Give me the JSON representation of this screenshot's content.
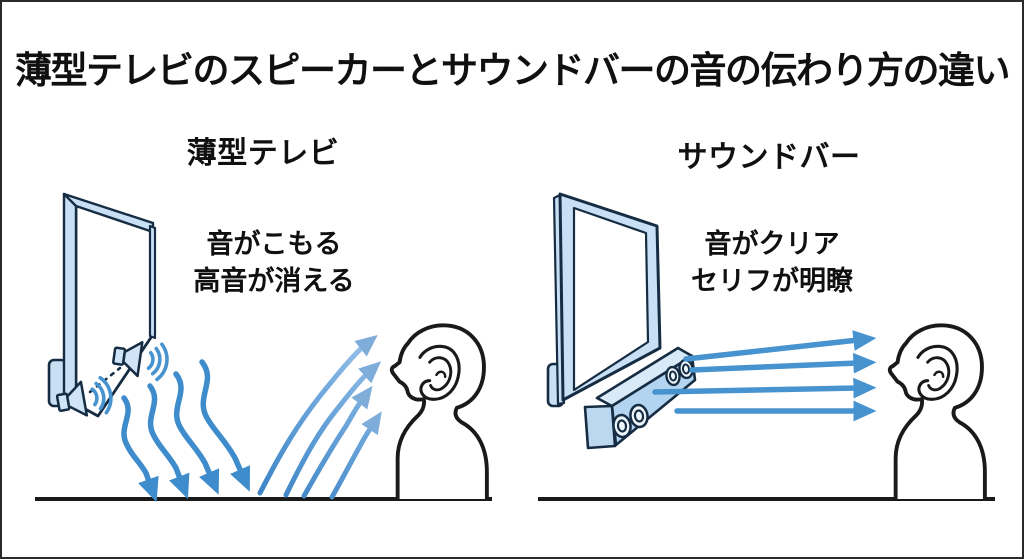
{
  "title": "薄型テレビのスピーカーとサウンドバーの音の伝わり方の違い",
  "panels": {
    "left": {
      "label": "薄型テレビ",
      "note_line1": "音がこもる",
      "note_line2": "高音が消える",
      "icons": [
        "flat-tv-back-illustration",
        "tv-speaker-icon",
        "sound-wave-arc",
        "reflected-sound-arrow",
        "listener-head-icon",
        "floor-line"
      ]
    },
    "right": {
      "label": "サウンドバー",
      "note_line1": "音がクリア",
      "note_line2": "セリフが明瞭",
      "icons": [
        "flat-tv-front-illustration",
        "soundbar-illustration",
        "speaker-driver-icon",
        "direct-sound-arrow",
        "listener-head-icon",
        "floor-line"
      ]
    }
  },
  "colors": {
    "background": "#ffffff",
    "text": "#101010",
    "outline_black": "#1a1a1a",
    "device_stroke": "#152c42",
    "device_fill": "#c9e0f4",
    "device_fill_light": "#d8e9f8",
    "device_fill_mid": "#b3d4f0",
    "arrow_blue": "#4793cf",
    "arrow_deep": "#3e8ccb",
    "arrow_light": "#a2c9ec",
    "arrow_light_head": "#7fadda"
  }
}
